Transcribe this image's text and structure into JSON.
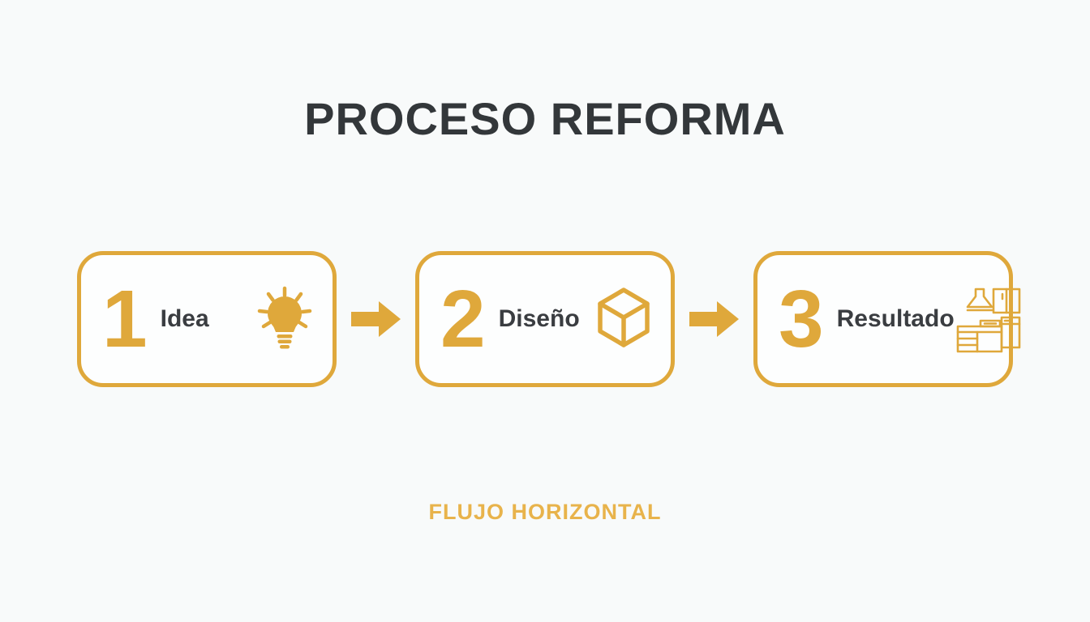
{
  "title": "PROCESO REFORMA",
  "caption": "FLUJO HORIZONTAL",
  "colors": {
    "gold": "#dfa83b",
    "caption_gold": "#e8b34b",
    "text_dark": "#33373a",
    "label_dark": "#3a3d41",
    "background": "#f8fafa"
  },
  "steps": [
    {
      "number": "1",
      "label": "Idea",
      "icon": "lightbulb-icon"
    },
    {
      "number": "2",
      "label": "Diseño",
      "icon": "cube-icon"
    },
    {
      "number": "3",
      "label": "Resultado",
      "icon": "kitchen-icon"
    }
  ],
  "connectors": [
    {
      "icon": "arrow-right-icon"
    },
    {
      "icon": "arrow-right-icon"
    }
  ]
}
